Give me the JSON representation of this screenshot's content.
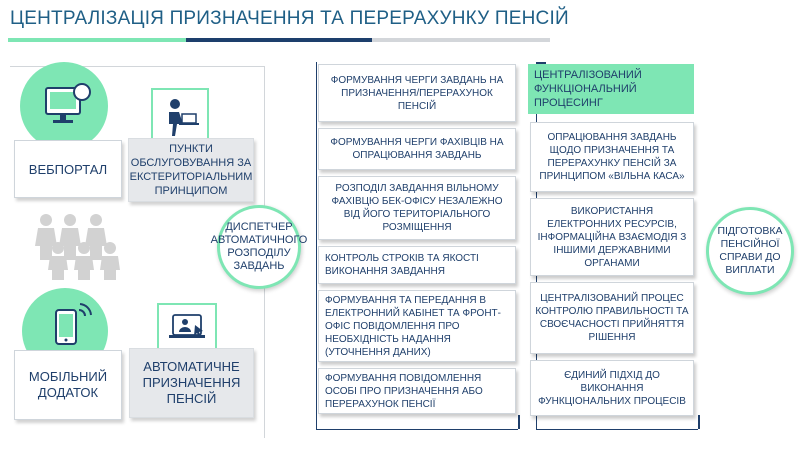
{
  "header": {
    "title": "ЦЕНТРАЛІЗАЦІЯ ПРИЗНАЧЕННЯ ТА ПЕРЕРАХУНКУ ПЕНСІЙ"
  },
  "left": {
    "web_portal": "ВЕБПОРТАЛ",
    "service_points": "ПУНКТИ ОБСЛУГОВУВАННЯ ЗА ЕКСТЕРИТОРІАЛЬНИМ ПРИНЦИПОМ",
    "mobile_app": "МОБІЛЬНИЙ ДОДАТОК",
    "auto_assign": "АВТОМАТИЧНЕ ПРИЗНАЧЕННЯ ПЕНСІЙ"
  },
  "dispatcher": {
    "label": "ДИСПЕТЧЕР АВТОМАТИЧНОГО РОЗПОДІЛУ ЗАВДАНЬ"
  },
  "tasks": [
    "ФОРМУВАННЯ ЧЕРГИ ЗАВДАНЬ НА ПРИЗНАЧЕННЯ/ПЕРЕРАХУНОК ПЕНСІЙ",
    "ФОРМУВАННЯ ЧЕРГИ ФАХІВЦІВ НА ОПРАЦЮВАННЯ ЗАВДАНЬ",
    "РОЗПОДІЛ ЗАВДАННЯ ВІЛЬНОМУ ФАХІВЦЮ БЕК-ОФІСУ НЕЗАЛЕЖНО ВІД ЙОГО ТЕРИТОРІАЛЬНОГО РОЗМІЩЕННЯ",
    "КОНТРОЛЬ СТРОКІВ ТА ЯКОСТІ ВИКОНАННЯ ЗАВДАННЯ",
    "ФОРМУВАННЯ ТА ПЕРЕДАННЯ В ЕЛЕКТРОННИЙ КАБІНЕТ ТА ФРОНТ-ОФІС ПОВІДОМЛЕННЯ ПРО НЕОБХІДНІСТЬ НАДАННЯ (УТОЧНЕННЯ ДАНИХ)",
    "ФОРМУВАННЯ ПОВІДОМЛЕННЯ ОСОБІ ПРО ПРИЗНАЧЕННЯ АБО ПЕРЕРАХУНОК ПЕНСІЇ"
  ],
  "processing": {
    "header": "ЦЕНТРАЛІЗОВАНИЙ ФУНКЦІОНАЛЬНИЙ ПРОЦЕСИНГ",
    "items": [
      "ОПРАЦЮВАННЯ ЗАВДАНЬ ЩОДО ПРИЗНАЧЕННЯ ТА ПЕРЕРАХУНКУ ПЕНСІЙ ЗА ПРИНЦИПОМ «ВІЛЬНА КАСА»",
      "ВИКОРИСТАННЯ ЕЛЕКТРОННИХ РЕСУРСІВ, ІНФОРМАЦІЙНА ВЗАЄМОДІЯ З ІНШИМИ ДЕРЖАВНИМИ ОРГАНАМИ",
      "ЦЕНТРАЛІЗОВАНИЙ ПРОЦЕС КОНТРОЛЮ ПРАВИЛЬНОСТІ ТА СВОЄЧАСНОСТІ ПРИЙНЯТТЯ РІШЕННЯ",
      "ЄДИНИЙ ПІДХІД ДО ВИКОНАННЯ ФУНКЦІОНАЛЬНИХ ПРОЦЕСІВ"
    ]
  },
  "result": {
    "label": "ПІДГОТОВКА ПЕНСІЙНОЇ СПРАВИ ДО ВИПЛАТИ"
  },
  "colors": {
    "accent_green": "#7ee6b4",
    "navy": "#1d3f6c",
    "text": "#1f3f6b",
    "grey": "#d3d6da"
  },
  "icons": {
    "web_portal": "monitor-icon",
    "service_points": "person-at-desk-icon",
    "citizens": "people-group-icon",
    "mobile_app": "smartphone-icon",
    "auto_assign": "laptop-cursor-icon"
  }
}
